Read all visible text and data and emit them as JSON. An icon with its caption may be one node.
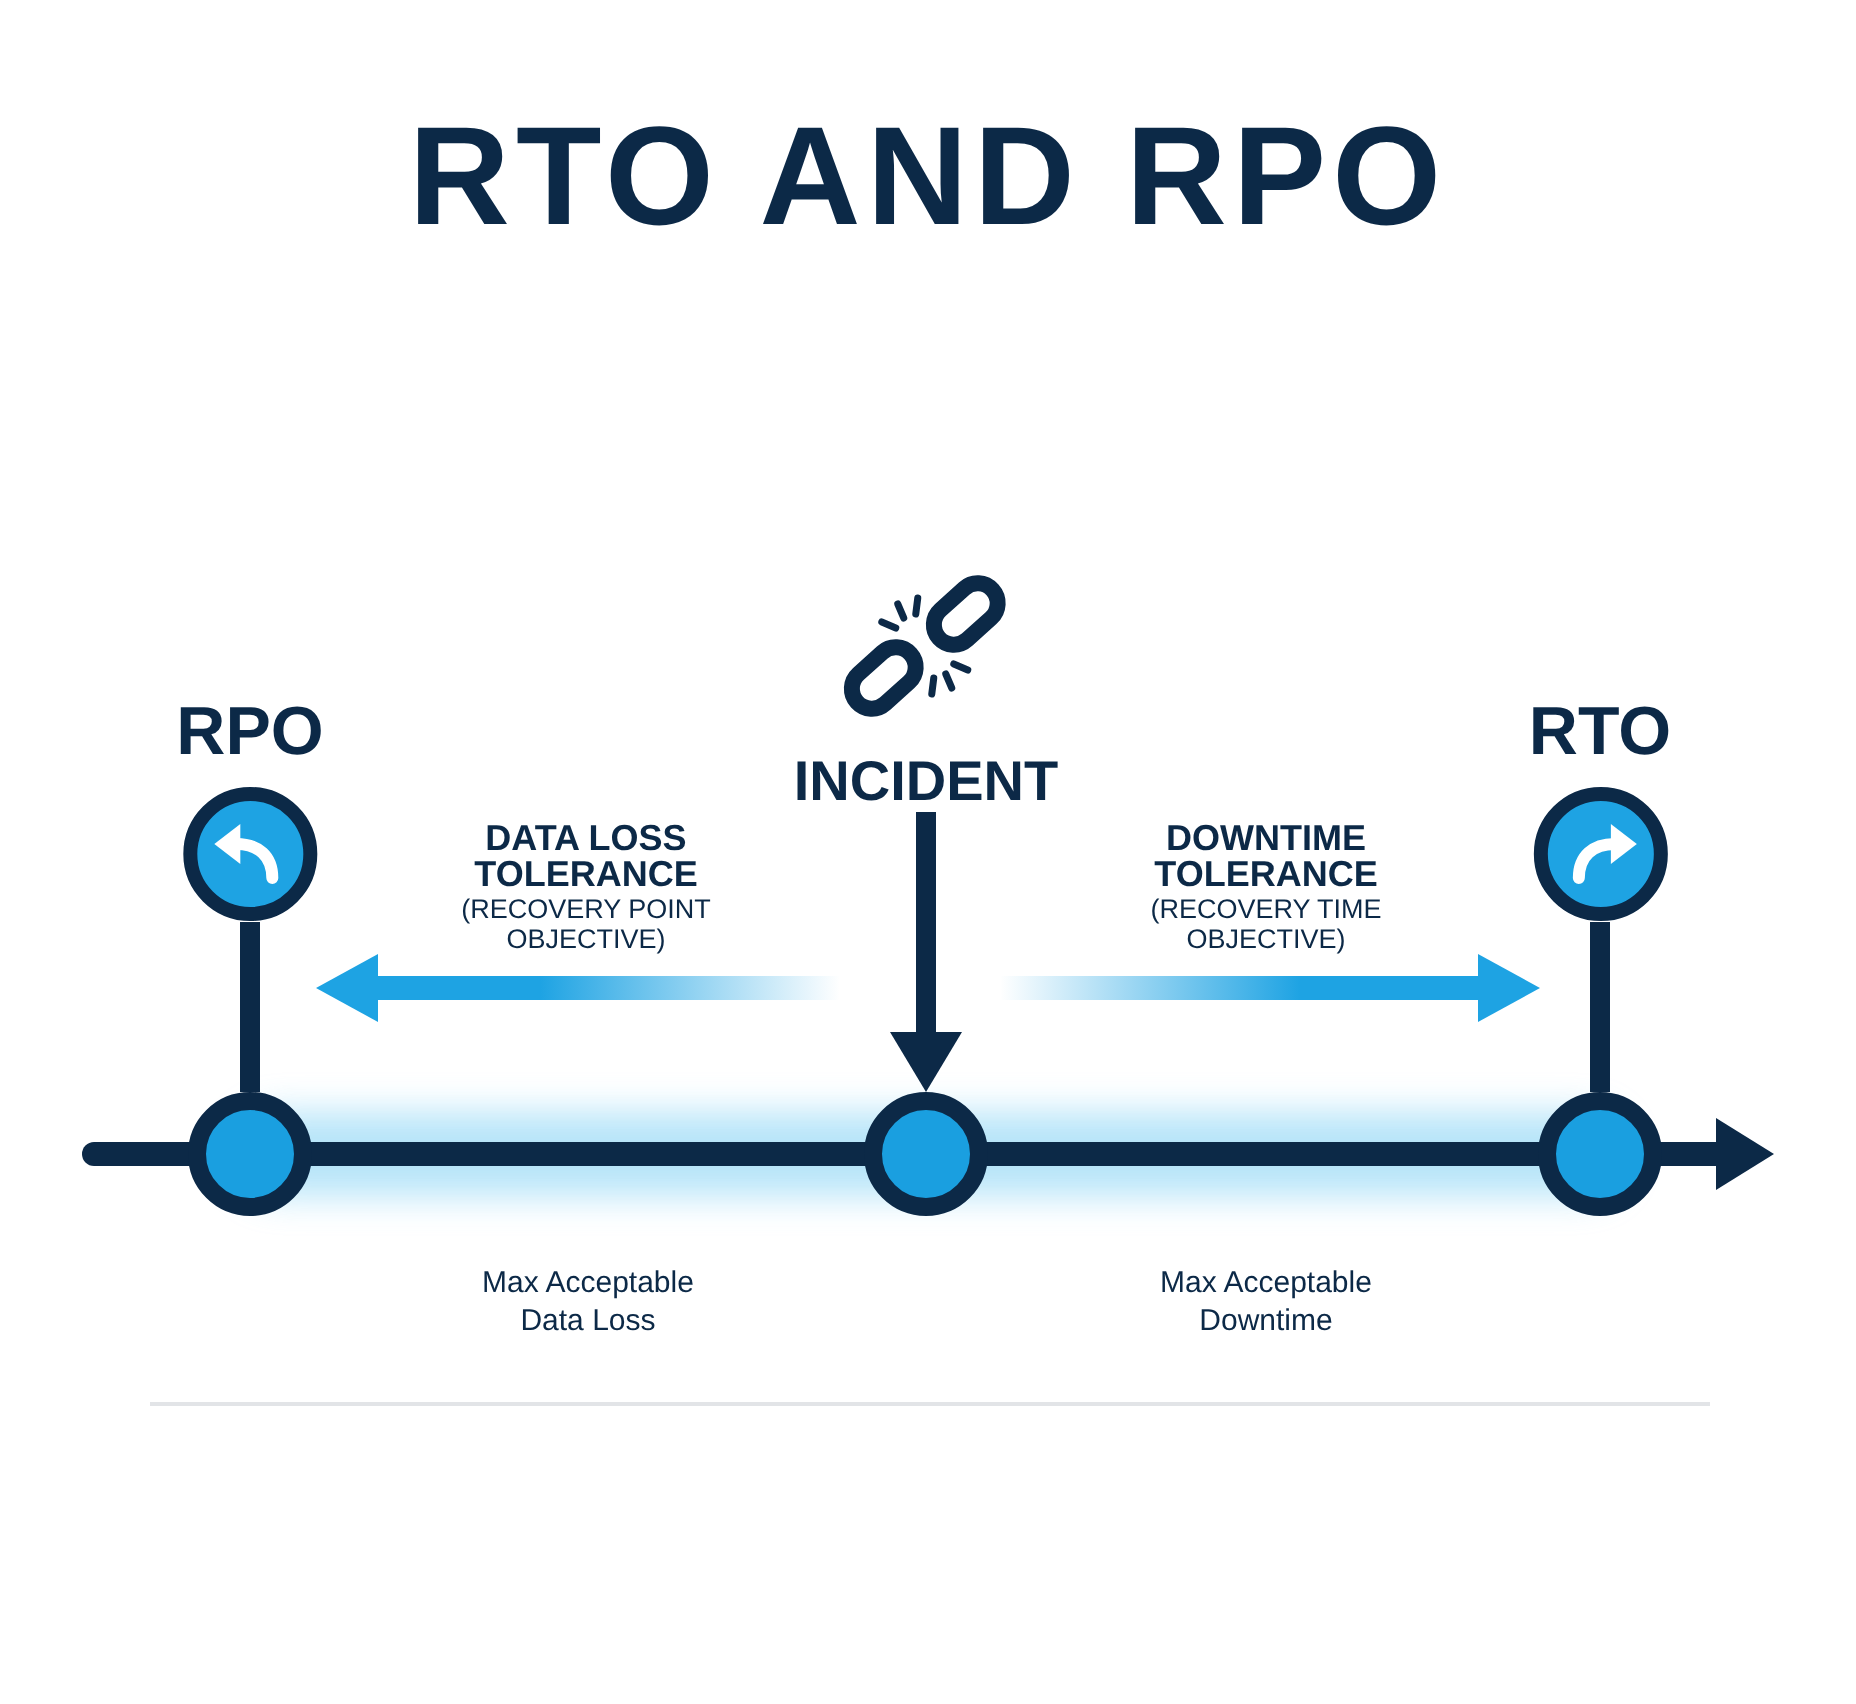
{
  "diagram": {
    "title": "RTO AND RPO",
    "nodes": [
      {
        "text": [
          "RPO"
        ]
      },
      {
        "text": [
          "INCIDENT"
        ]
      },
      {
        "text": [
          "RTO"
        ]
      },
      {
        "text": [],
        "shape": "circle"
      },
      {
        "text": [],
        "shape": "circle"
      },
      {
        "text": [],
        "shape": "circle"
      }
    ],
    "edges": [
      {
        "from": 0,
        "to": 3,
        "arrow": "none"
      },
      {
        "from": 1,
        "to": 4,
        "arrow": "to"
      },
      {
        "from": 2,
        "to": 5,
        "arrow": "none"
      }
    ],
    "labels": [
      "DATA LOSS TOLERANCE",
      "(RECOVERY POINT OBJECTIVE)",
      "DOWNTIME TOLERANCE",
      "(RECOVERY TIME OBJECTIVE)",
      "Max Acceptable Data Loss",
      "Max Acceptable Downtime"
    ]
  }
}
